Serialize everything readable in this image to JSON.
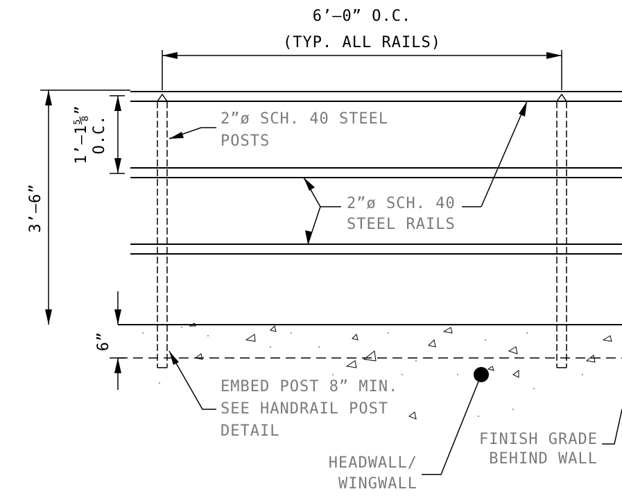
{
  "labels": {
    "spacing_line1": "6’–0” O.C.",
    "spacing_line2": "(TYP. ALL RAILS)",
    "posts_line1": "2”ø SCH. 40 STEEL",
    "posts_line2": "POSTS",
    "rails_line1": "2”ø SCH. 40",
    "rails_line2": "STEEL RAILS",
    "rail_spacing_a": "1’–1⅝”",
    "rail_spacing_b": "O.C.",
    "height": "3’–6”",
    "embed_depth": "6”",
    "embed_line1": "EMBED POST 8” MIN.",
    "embed_line2": "SEE HANDRAIL POST",
    "embed_line3": "DETAIL",
    "grade_line1": "FINISH GRADE",
    "grade_line2": "BEHIND WALL",
    "wall_line1": "HEADWALL/",
    "wall_line2": "WINGWALL"
  },
  "colors": {
    "ink": "#000000",
    "annotation": "#7a7a7a",
    "background": "#ffffff"
  }
}
